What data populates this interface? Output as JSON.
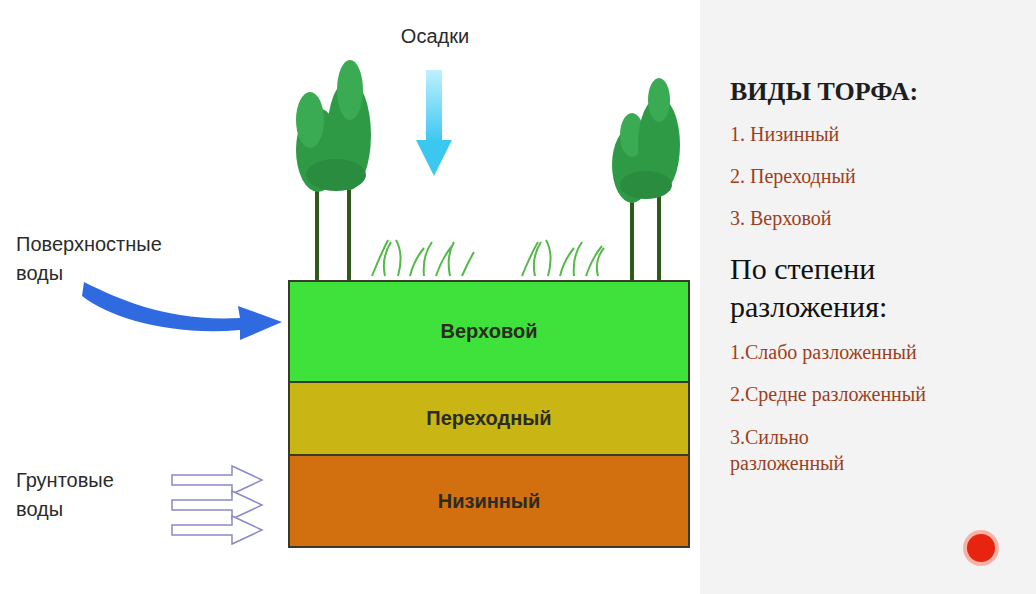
{
  "diagram": {
    "title": "ВИДЫ ТОРФА:",
    "nodes": [
      {
        "text": [
          "Верховой"
        ]
      },
      {
        "text": [
          "Переходный"
        ]
      },
      {
        "text": [
          "Низинный"
        ]
      }
    ],
    "labels": [
      "Осадки",
      "Поверхностные воды",
      "Грунтовые воды",
      "1. Низинный",
      "2. Переходный",
      "3. Верховой",
      "По степени разложения:",
      "1.Слабо разложенный",
      "2.Средне разложенный",
      "3.Сильно разложенный"
    ]
  }
}
